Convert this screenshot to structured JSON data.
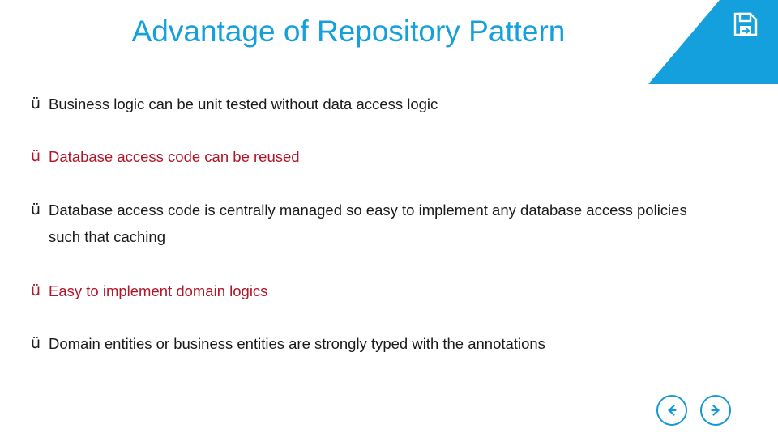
{
  "slide": {
    "title": "Advantage of Repository Pattern",
    "title_color": "#14a0dc",
    "accent_color": "#14a0dc",
    "highlight_color": "#b01528",
    "bullets": [
      {
        "marker": "ü",
        "text": "Business logic can be unit tested without data access logic",
        "style": "dark"
      },
      {
        "marker": "ü",
        "text": "Database access code can be reused",
        "style": "red"
      },
      {
        "marker": "ü",
        "text": "Database access code is centrally managed so easy to implement any database access policies such that caching",
        "style": "dark"
      },
      {
        "marker": "ü",
        "text": "Easy to implement domain logics",
        "style": "red"
      },
      {
        "marker": "ü",
        "text": "Domain entities or business entities are strongly typed with the annotations",
        "style": "dark"
      }
    ]
  },
  "corner": {
    "icon": "save-disk-icon",
    "background": "#14a0dc"
  },
  "nav": {
    "back_label": "back-arrow-icon",
    "forward_label": "forward-arrow-icon",
    "color": "#1598d6"
  }
}
